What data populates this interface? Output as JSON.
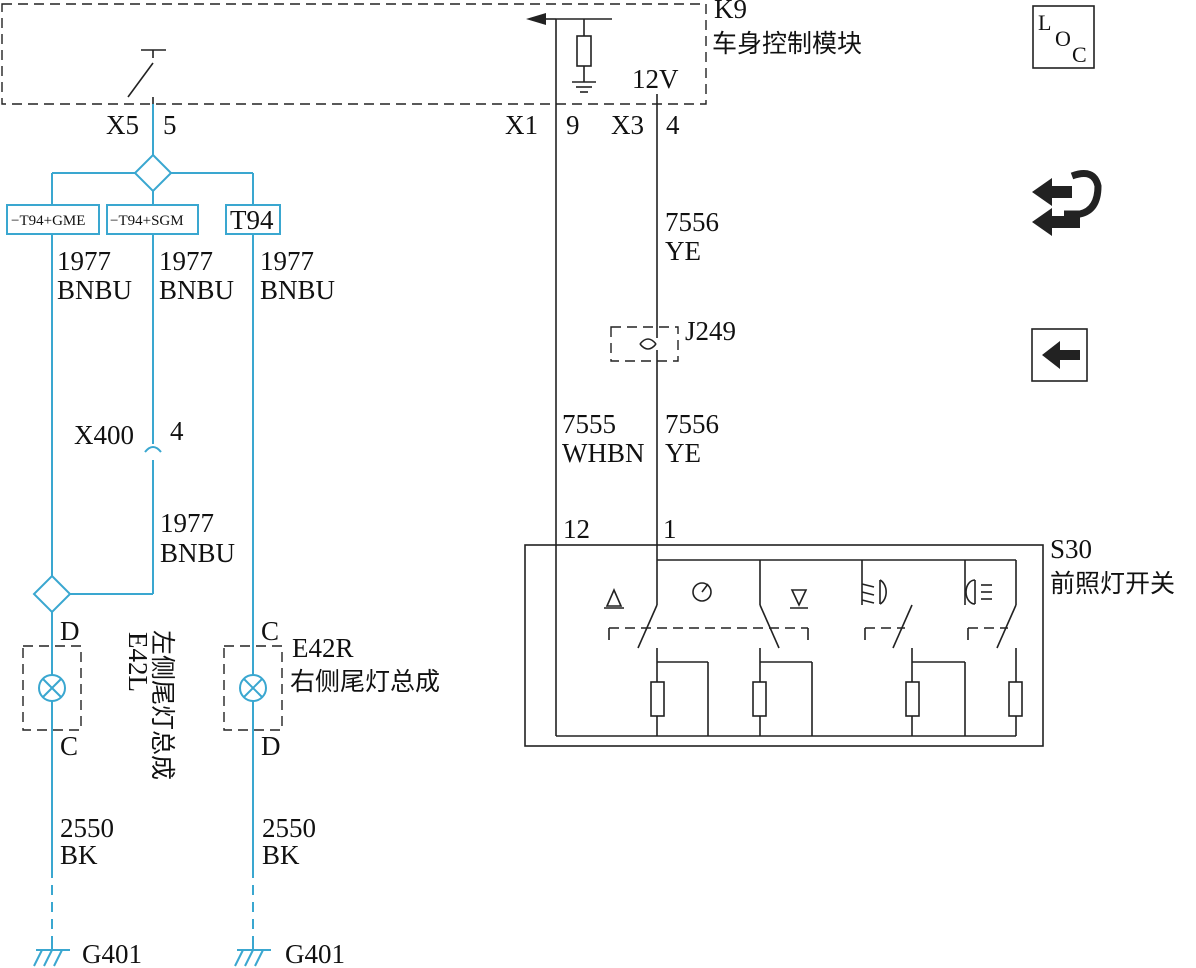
{
  "colors": {
    "wire": "#3aa7d0",
    "ink": "#222222"
  },
  "k9": {
    "id": "K9",
    "name": "车身控制模块",
    "voltage": "12V"
  },
  "connectors": {
    "x5": "X5",
    "x5_pin": "5",
    "x1": "X1",
    "x1_pin": "9",
    "x3": "X3",
    "x3_pin": "4",
    "x400": "X400",
    "x400_pin": "4",
    "s30_pin_a": "12",
    "s30_pin_b": "1"
  },
  "options": {
    "gme": "−T94+GME",
    "sgm": "−T94+SGM",
    "t94": "T94"
  },
  "wires": {
    "w1977": "1977",
    "bnbu": "BNBU",
    "w7556": "7556",
    "ye": "YE",
    "w7555": "7555",
    "whbn": "WHBN",
    "w2550": "2550",
    "bk": "BK"
  },
  "j249": "J249",
  "s30": {
    "id": "S30",
    "name": "前照灯开关"
  },
  "e42l": {
    "id": "E42L",
    "name": "左侧尾灯总成",
    "pin_top": "D",
    "pin_bottom": "C"
  },
  "e42r": {
    "id": "E42R",
    "name": "右侧尾灯总成",
    "pin_top": "C",
    "pin_bottom": "D"
  },
  "ground": "G401",
  "icons": {
    "loc_l": "L",
    "loc_o": "O",
    "loc_c": "C"
  }
}
